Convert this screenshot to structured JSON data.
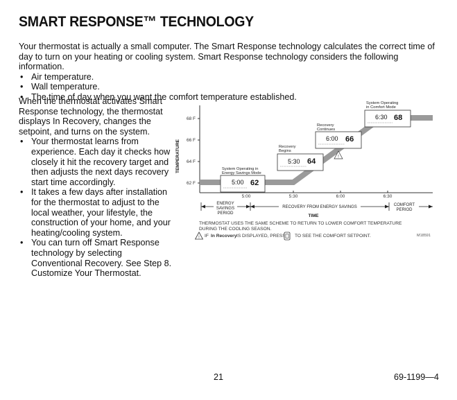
{
  "page": {
    "title": "SMART RESPONSE™ TECHNOLOGY",
    "intro": "Your thermostat is actually a small computer. The Smart Response technology calculates the correct time of day to turn on your heating or cooling system. Smart Response technology considers the following information.",
    "intro_bullets": [
      "Air temperature.",
      "Wall temperature.",
      "The time of day when you want the comfort temperature established."
    ],
    "left_para": "When the thermostat activates Smart Response technology, the thermostat displays In Recovery, changes the setpoint, and turns on the system.",
    "left_bullets": [
      "Your thermostat learns from experience. Each day it checks how closely it hit the recovery target and then adjusts the next days recovery start time accordingly.",
      "It takes a few days after installation for the thermostat to adjust to the local weather, your lifestyle, the construction of your home, and your heating/cooling system.",
      "You can turn off Smart Response technology by selecting Conventional Recovery. See Step 8. Customize Your Thermostat."
    ],
    "page_number": "21",
    "doc_number": "69-1199—4"
  },
  "figure": {
    "y_axis_label": "TEMPERATURE",
    "x_axis_label": "TIME",
    "y_ticks": [
      "68 F",
      "66 F",
      "64 F",
      "62 F"
    ],
    "x_ticks": [
      "5:00",
      "5:30",
      "6:00",
      "6:30"
    ],
    "states": [
      {
        "label1": "System Operating in",
        "label2": "Energy Savings Mode",
        "time": "5:00",
        "temp": "62"
      },
      {
        "label1": "Recovery",
        "label2": "Begins",
        "time": "5:30",
        "temp": "64"
      },
      {
        "label1": "Recovery",
        "label2": "Continues",
        "time": "6:00",
        "temp": "66"
      },
      {
        "label1": "System Operating",
        "label2": "in Comfort Mode",
        "time": "6:30",
        "temp": "68"
      }
    ],
    "periods": {
      "energy": [
        "ENERGY",
        "SAVINGS",
        "PERIOD"
      ],
      "recovery": "RECOVERY FROM ENERGY SAVINGS",
      "comfort": [
        "COMFORT",
        "PERIOD"
      ]
    },
    "note": "THERMOSTAT USES THE SAME SCHEME TO RETURN TO LOWER COMFORT TEMPERATURE DURING THE COOLING SEASON.",
    "note_if": "IF",
    "note_inrec": "In Recovery",
    "note_mid": "IS DISPLAYED, PRESS",
    "note_end": "TO SEE THE COMFORT SETPOINT.",
    "fig_id": "M18591",
    "line_color": "#9a9a9a"
  }
}
